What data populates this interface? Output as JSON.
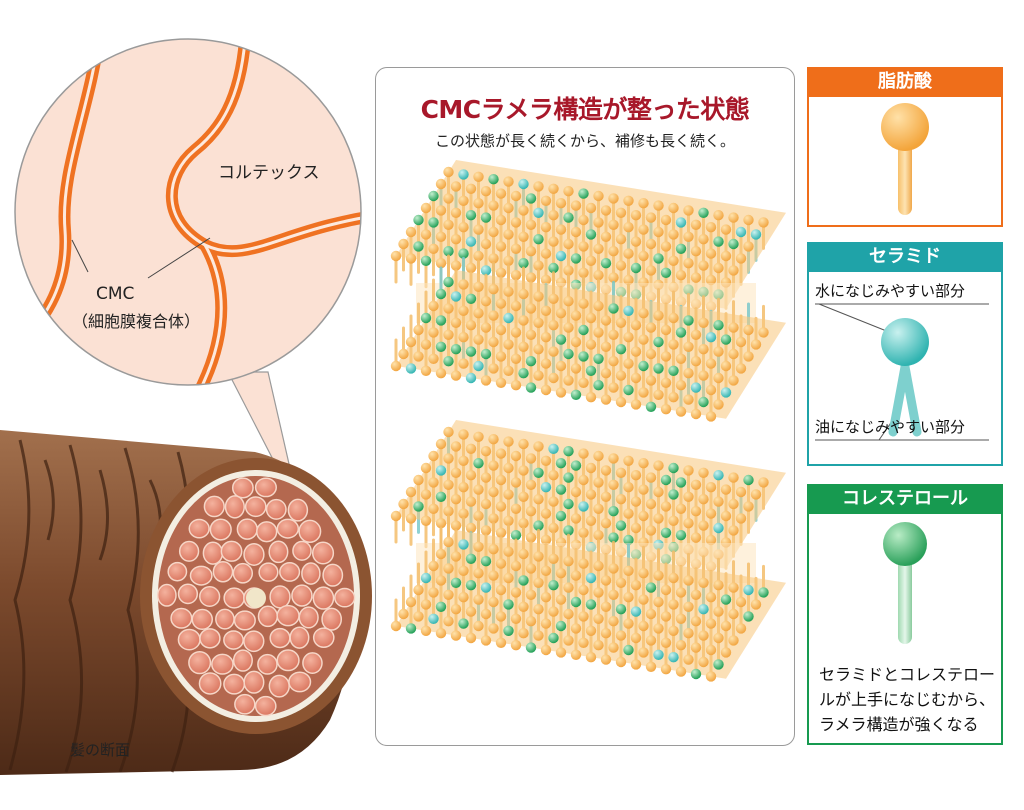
{
  "zoom": {
    "cortex_label": "コルテックス",
    "cmc_label": "CMC",
    "cmc_sub_label": "（細胞膜複合体）"
  },
  "hair": {
    "caption": "髪の断面"
  },
  "panel": {
    "title": "CMCラメラ構造が整った状態",
    "subtitle": "この状態が長く続くから、補修も長く続く。"
  },
  "legend": {
    "fatty_acid": {
      "title": "脂肪酸",
      "color": "#ef6e1a"
    },
    "ceramide": {
      "title": "セラミド",
      "color": "#1fa3a8",
      "hydrophilic_label": "水になじみやすい部分",
      "lipophilic_label": "油になじみやすい部分"
    },
    "cholesterol": {
      "title": "コレステロール",
      "color": "#179a50",
      "note": "セラミドとコレステロールが上手になじむから、ラメラ構造が強くなる"
    }
  },
  "colors": {
    "panel_title": "#a8182a",
    "hair_brown": "#7a4a2c",
    "cortex_pink": "#e8907a",
    "zoom_bg": "#fbe1d4",
    "cmc_line": "#ef7222"
  }
}
